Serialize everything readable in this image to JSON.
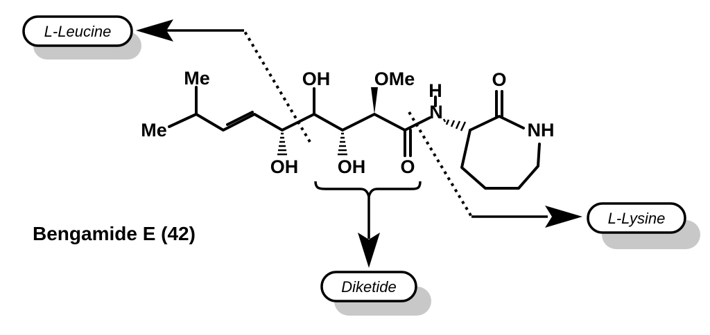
{
  "diagram": {
    "title": "Bengamide E (42)",
    "precursors": {
      "leucine": "L-Leucine",
      "lysine": "L-Lysine",
      "diketide": "Diketide"
    },
    "atoms": {
      "me_top": "Me",
      "me_left": "Me",
      "oh_c5": "OH",
      "oh_c4": "OH",
      "oh_c3": "OH",
      "ome": "OMe",
      "carbonyl_o": "O",
      "nh_h": "H",
      "nh_n": "N",
      "lactam_o": "O",
      "lactam_nh": "NH"
    },
    "colors": {
      "ink": "#000000",
      "shadow": "#c8c8c8",
      "pill_fill": "#ffffff"
    }
  }
}
